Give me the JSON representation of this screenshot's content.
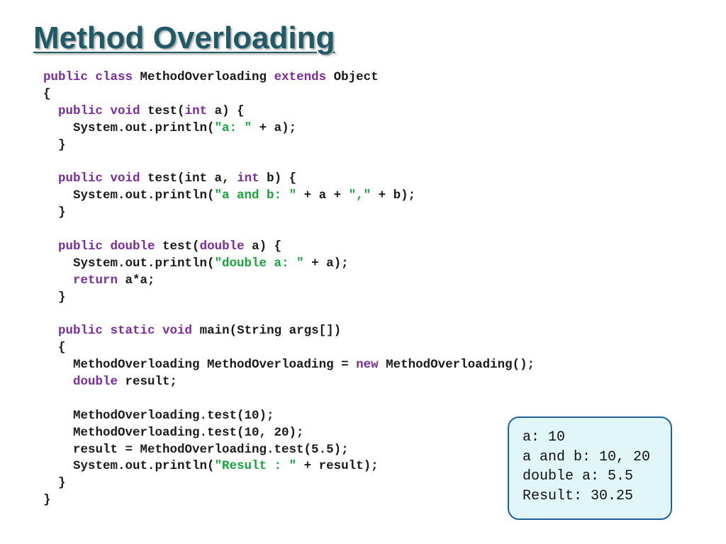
{
  "slide": {
    "title": "Method Overloading"
  },
  "code": {
    "lines": [
      [
        {
          "t": "public class ",
          "c": "kw"
        },
        {
          "t": "MethodOverloading ",
          "c": "plain"
        },
        {
          "t": "extends ",
          "c": "kw"
        },
        {
          "t": "Object",
          "c": "plain"
        }
      ],
      [
        {
          "t": "{",
          "c": "plain"
        }
      ],
      [
        {
          "t": "  ",
          "c": "plain"
        },
        {
          "t": "public void ",
          "c": "kw"
        },
        {
          "t": "test(",
          "c": "plain"
        },
        {
          "t": "int",
          "c": "kw"
        },
        {
          "t": " a) {",
          "c": "plain"
        }
      ],
      [
        {
          "t": "    System.out.println(",
          "c": "plain"
        },
        {
          "t": "\"a: \"",
          "c": "str"
        },
        {
          "t": " + a);",
          "c": "plain"
        }
      ],
      [
        {
          "t": "  }",
          "c": "plain"
        }
      ],
      [],
      [
        {
          "t": "  ",
          "c": "plain"
        },
        {
          "t": "public void ",
          "c": "kw"
        },
        {
          "t": "test(int a, ",
          "c": "plain"
        },
        {
          "t": "int",
          "c": "kw"
        },
        {
          "t": " b) {",
          "c": "plain"
        }
      ],
      [
        {
          "t": "    System.out.println(",
          "c": "plain"
        },
        {
          "t": "\"a and b: \"",
          "c": "str"
        },
        {
          "t": " + a + ",
          "c": "plain"
        },
        {
          "t": "\",\"",
          "c": "str"
        },
        {
          "t": " + b);",
          "c": "plain"
        }
      ],
      [
        {
          "t": "  }",
          "c": "plain"
        }
      ],
      [],
      [
        {
          "t": "  ",
          "c": "plain"
        },
        {
          "t": "public double ",
          "c": "kw"
        },
        {
          "t": "test(",
          "c": "plain"
        },
        {
          "t": "double",
          "c": "kw"
        },
        {
          "t": " a) {",
          "c": "plain"
        }
      ],
      [
        {
          "t": "    System.out.println(",
          "c": "plain"
        },
        {
          "t": "\"double a: \"",
          "c": "str"
        },
        {
          "t": " + a);",
          "c": "plain"
        }
      ],
      [
        {
          "t": "    ",
          "c": "plain"
        },
        {
          "t": "return ",
          "c": "kw"
        },
        {
          "t": "a*a;",
          "c": "plain"
        }
      ],
      [
        {
          "t": "  }",
          "c": "plain"
        }
      ],
      [],
      [
        {
          "t": "  ",
          "c": "plain"
        },
        {
          "t": "public static void ",
          "c": "kw"
        },
        {
          "t": "main(String args[])",
          "c": "plain"
        }
      ],
      [
        {
          "t": "  {",
          "c": "plain"
        }
      ],
      [
        {
          "t": "    MethodOverloading MethodOverloading = ",
          "c": "plain"
        },
        {
          "t": "new ",
          "c": "kw"
        },
        {
          "t": "MethodOverloading();",
          "c": "plain"
        }
      ],
      [
        {
          "t": "    ",
          "c": "plain"
        },
        {
          "t": "double ",
          "c": "kw"
        },
        {
          "t": "result;",
          "c": "plain"
        }
      ],
      [],
      [
        {
          "t": "    MethodOverloading.test(10);",
          "c": "plain"
        }
      ],
      [
        {
          "t": "    MethodOverloading.test(10, 20);",
          "c": "plain"
        }
      ],
      [
        {
          "t": "    result = MethodOverloading.test(5.5);",
          "c": "plain"
        }
      ],
      [
        {
          "t": "    System.out.println(",
          "c": "plain"
        },
        {
          "t": "\"Result : \"",
          "c": "str"
        },
        {
          "t": " + result);",
          "c": "plain"
        }
      ],
      [
        {
          "t": "  }",
          "c": "plain"
        }
      ],
      [
        {
          "t": "}",
          "c": "plain"
        }
      ]
    ]
  },
  "output": {
    "lines": [
      "a: 10",
      "a and b: 10, 20",
      "double a: 5.5",
      "Result: 30.25"
    ]
  },
  "colors": {
    "title": "#1f5a66",
    "keyword": "#7a2c9a",
    "string": "#16a33a",
    "code_text": "#1a1a1a",
    "output_box_background": "#e0f6f8",
    "output_box_border": "#1f5f9e"
  }
}
